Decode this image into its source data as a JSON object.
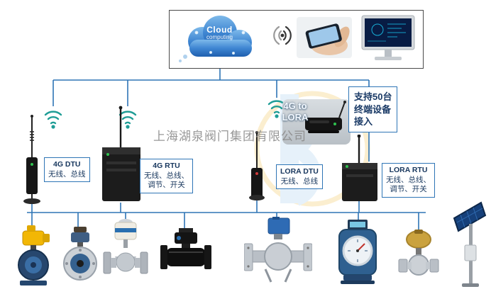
{
  "colors": {
    "connector_blue": "#2e75b6",
    "label_border_blue": "#2e75b6",
    "label_text_navy": "#17365d",
    "wifi_teal": "#1f9d96",
    "cloud_blue": "#3f86d2",
    "watermark_grey": "#8c8c8c",
    "actuator_yellow": "#f2b705",
    "actuator_blue": "#2e6bb4"
  },
  "watermark": {
    "company_name": "上海湖泉阀门集团有限公司"
  },
  "cloud_panel": {
    "cloud_title": "Cloud",
    "cloud_subtitle": "computing"
  },
  "capacity_note": {
    "line1": "支持50台",
    "line2": "终端设备",
    "line3": "接入"
  },
  "gateway_label": {
    "line1": "4G to",
    "line2": "LORA"
  },
  "device_labels": {
    "dtu_4g": {
      "title": "4G DTU",
      "line1": "无线、总线"
    },
    "rtu_4g": {
      "title": "4G RTU",
      "line1": "无线、总线、",
      "line2": "调节、开关"
    },
    "dtu_lora": {
      "title": "LORA DTU",
      "line1": "无线、总线"
    },
    "rtu_lora": {
      "title": "LORA RTU",
      "line1": "无线、总线、",
      "line2": "调节、开关"
    }
  },
  "icons": {
    "wifi": "wifi-icon",
    "cloud": "cloud-icon",
    "antenna": "antenna-icon",
    "monitor": "monitor-icon",
    "phone": "phone-in-hand-icon"
  }
}
